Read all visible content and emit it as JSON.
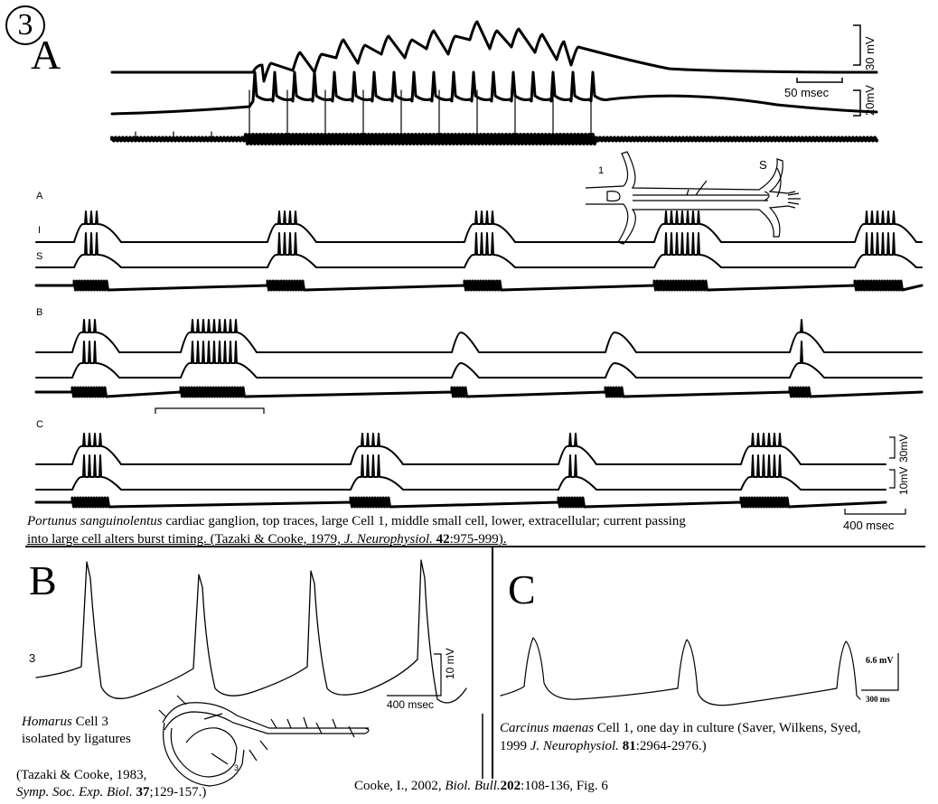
{
  "figure_number": "3",
  "panels": {
    "A": {
      "label": "A",
      "scalebars": {
        "top_v": "30 mV",
        "top_t": "50 msec",
        "mid_v": "20mV"
      },
      "sub_labels": [
        "A",
        "B",
        "C"
      ],
      "trace_labels": {
        "large": "I",
        "small": "S"
      },
      "diagram_labels": {
        "left": "1",
        "right": "S"
      },
      "bottom_scalebars": {
        "v1": "30mV",
        "v2": "10mV",
        "t": "400 msec"
      },
      "caption_line1_italic": "Portunus sanguinolentus",
      "caption_line1_rest": " cardiac ganglion, top traces, large Cell 1, middle small cell, lower, extracellular; current passing",
      "caption_line2": "into large cell alters burst timing.  (Tazaki & Cooke, 1979, ",
      "caption_line2_journal": "J. Neurophysiol.",
      "caption_line2_vol": " 42",
      "caption_line2_pages": ":975-999)."
    },
    "B": {
      "label": "B",
      "trace_label": "3",
      "scale_v": "10 mV",
      "scale_t": "400 msec",
      "diagram_label": "3",
      "caption_species": "Homarus",
      "caption_rest1": " Cell 3",
      "caption_line2": "isolated by ligatures",
      "ref_line1": "(Tazaki & Cooke, 1983,",
      "ref_journal": "Symp. Soc. Exp. Biol.",
      "ref_vol": " 37",
      "ref_pages": ";129-157.)"
    },
    "C": {
      "label": "C",
      "scale_v": "6.6 mV",
      "scale_t": "300 ms",
      "caption_species": "Carcinus maenas",
      "caption_rest1": " Cell 1, one day in culture (Saver, Wilkens, Syed,",
      "caption_line2_pre": "1999 ",
      "caption_journal": "J. Neurophysiol.",
      "caption_vol": " 81",
      "caption_pages": ":2964-2976.)"
    }
  },
  "source": {
    "pre": "Cooke, I., 2002, ",
    "journal": "Biol. Bull.",
    "vol": "202",
    "rest": ":108-136, Fig. 6"
  }
}
